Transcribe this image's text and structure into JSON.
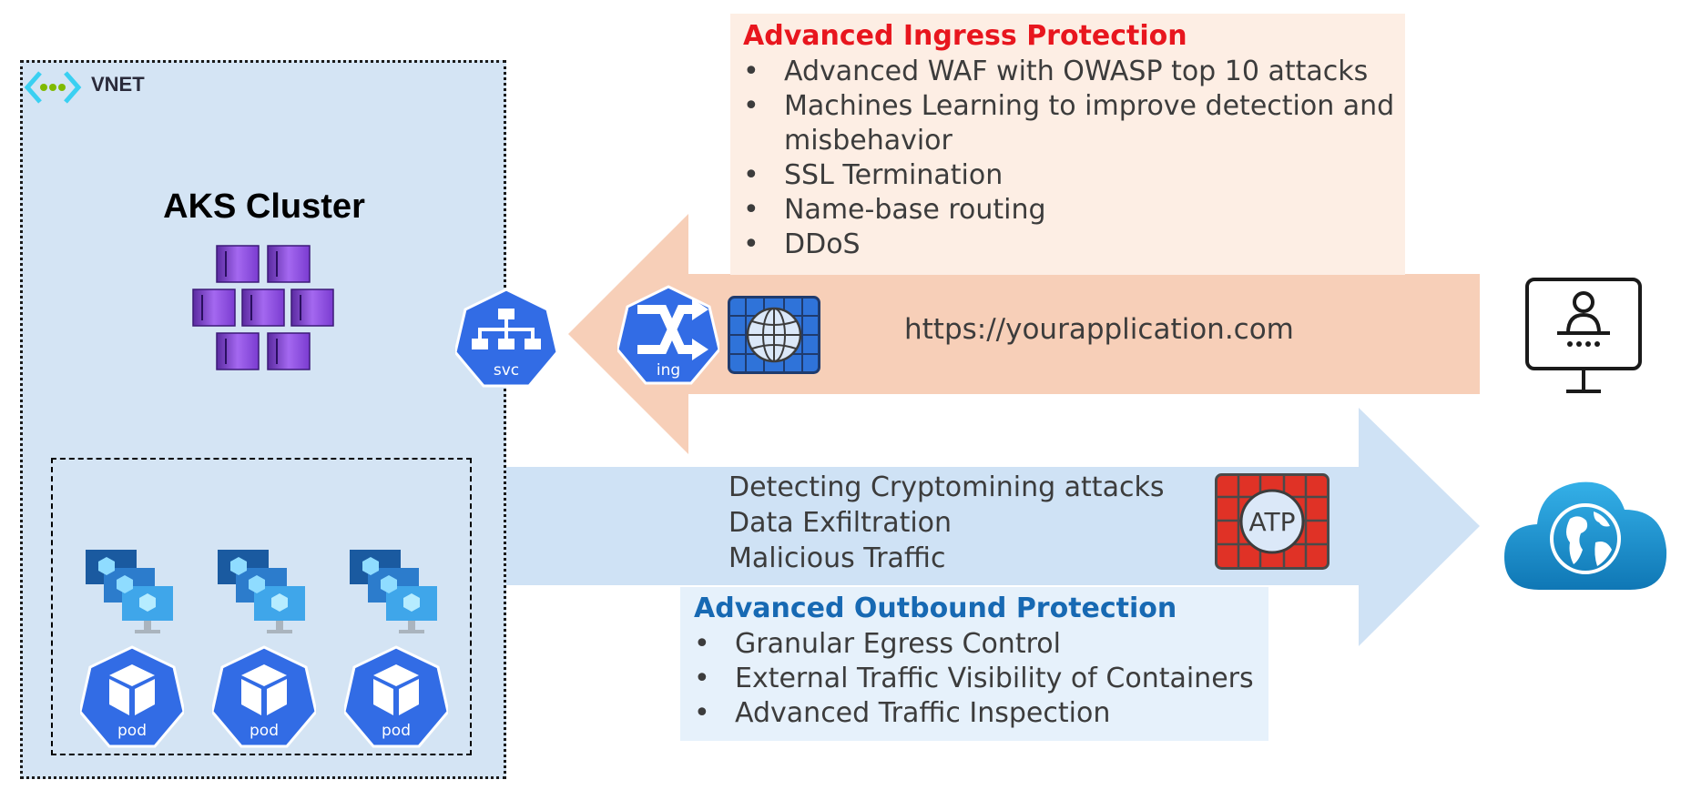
{
  "vnet": {
    "label": "VNET"
  },
  "cluster": {
    "title": "AKS Cluster"
  },
  "icons": {
    "svc_label": "svc",
    "ing_label": "ing",
    "pod_label": "pod",
    "atp_label": "ATP",
    "pod_count": 3
  },
  "ingress": {
    "title": "Advanced Ingress Protection",
    "items": [
      "Advanced WAF with OWASP top 10 attacks",
      "Machines Learning to improve detection and misbehavior",
      "SSL Termination",
      "Name-base routing",
      "DDoS"
    ],
    "url": "https://yourapplication.com"
  },
  "egress": {
    "lines": [
      "Detecting Cryptomining attacks",
      "Data Exfiltration",
      "Malicious Traffic"
    ]
  },
  "outbound": {
    "title": "Advanced Outbound Protection",
    "items": [
      "Granular Egress Control",
      "External Traffic Visibility of Containers",
      "Advanced Traffic Inspection"
    ]
  },
  "colors": {
    "vnet_fill": "#d4e4f4",
    "ingress_arrow": "#f7cfb8",
    "ingress_box": "#fdeee4",
    "ingress_title": "#e8161e",
    "egress_arrow": "#cfe2f5",
    "outbound_box": "#e6f1fb",
    "outbound_title": "#1769b3",
    "k8s_blue": "#326ce5",
    "atp_red": "#e03226",
    "cloud_blue": "#1a8fc8",
    "container_purple": "#8a4bd6"
  }
}
